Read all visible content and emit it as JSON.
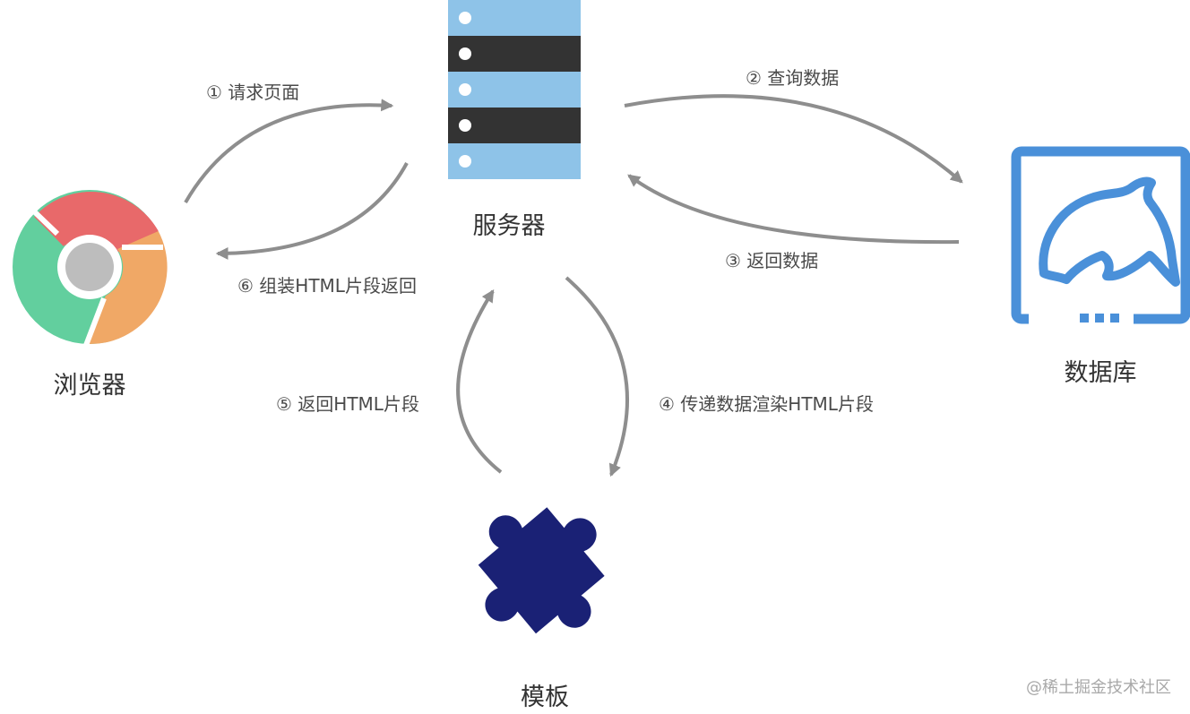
{
  "nodes": {
    "browser": {
      "label": "浏览器",
      "icon": "chrome-icon"
    },
    "server": {
      "label": "服务器",
      "icon": "server-rack-icon"
    },
    "database": {
      "label": "数据库",
      "icon": "mysql-dolphin-icon"
    },
    "template": {
      "label": "模板",
      "icon": "puzzle-piece-icon"
    }
  },
  "steps": [
    {
      "id": "step-1",
      "label": "① 请求页面",
      "from": "browser",
      "to": "server"
    },
    {
      "id": "step-2",
      "label": "② 查询数据",
      "from": "server",
      "to": "database"
    },
    {
      "id": "step-3",
      "label": "③ 返回数据",
      "from": "database",
      "to": "server"
    },
    {
      "id": "step-4",
      "label": "④ 传递数据渲染HTML片段",
      "from": "server",
      "to": "template"
    },
    {
      "id": "step-5",
      "label": "⑤ 返回HTML片段",
      "from": "template",
      "to": "server"
    },
    {
      "id": "step-6",
      "label": "⑥ 组装HTML片段返回",
      "from": "server",
      "to": "browser"
    }
  ],
  "watermark": "@稀土掘金技术社区",
  "colors": {
    "arrow": "#8e8e8e",
    "server_light": "#8ec3e8",
    "server_dark": "#333333",
    "database_blue": "#4a90d9",
    "template_navy": "#1a2175",
    "chrome_red": "#e8696a",
    "chrome_green": "#62cf9e",
    "chrome_orange": "#f0a866",
    "chrome_center": "#bdbdbd"
  }
}
